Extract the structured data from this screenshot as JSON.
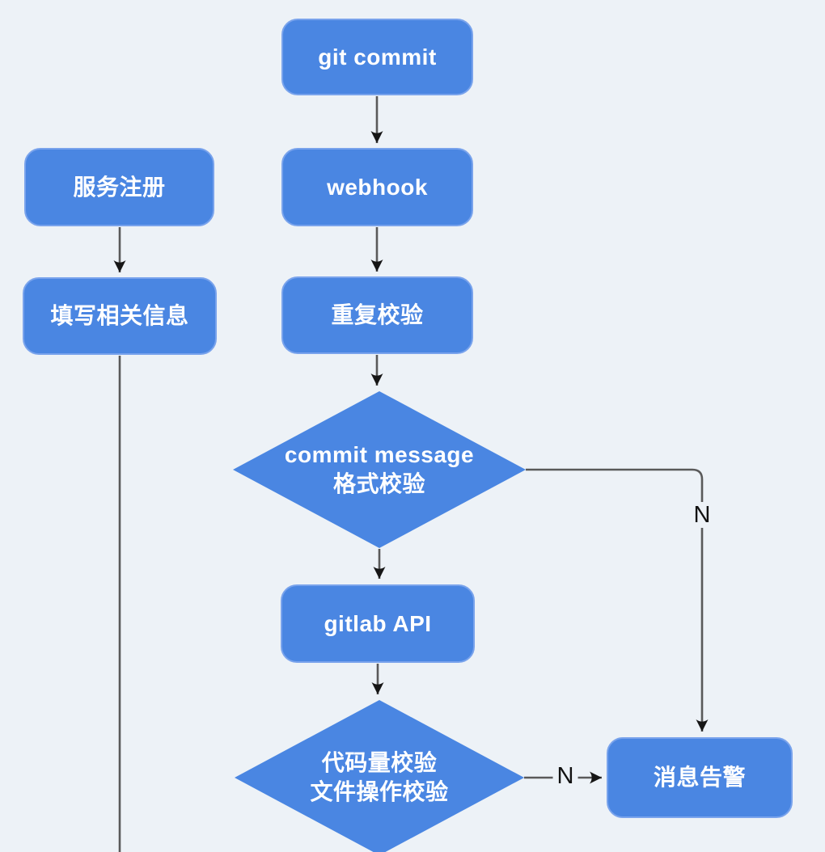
{
  "diagram": {
    "type": "flowchart",
    "nodes": {
      "git_commit": {
        "label": "git commit",
        "shape": "rect"
      },
      "webhook": {
        "label": "webhook",
        "shape": "rect"
      },
      "dup_check": {
        "label": "重复校验",
        "shape": "rect"
      },
      "commit_msg_check": {
        "line1": "commit message",
        "line2": "格式校验",
        "shape": "diamond"
      },
      "gitlab_api": {
        "label": "gitlab API",
        "shape": "rect"
      },
      "code_check": {
        "line1": "代码量校验",
        "line2": "文件操作校验",
        "shape": "diamond"
      },
      "service_reg": {
        "label": "服务注册",
        "shape": "rect"
      },
      "fill_info": {
        "label": "填写相关信息",
        "shape": "rect"
      },
      "msg_alert": {
        "label": "消息告警",
        "shape": "rect"
      }
    },
    "edges": [
      {
        "from": "git_commit",
        "to": "webhook",
        "label": ""
      },
      {
        "from": "webhook",
        "to": "dup_check",
        "label": ""
      },
      {
        "from": "dup_check",
        "to": "commit_msg_check",
        "label": ""
      },
      {
        "from": "commit_msg_check",
        "to": "gitlab_api",
        "label": ""
      },
      {
        "from": "commit_msg_check",
        "to": "msg_alert",
        "label": "N"
      },
      {
        "from": "gitlab_api",
        "to": "code_check",
        "label": ""
      },
      {
        "from": "code_check",
        "to": "msg_alert",
        "label": "N"
      },
      {
        "from": "service_reg",
        "to": "fill_info",
        "label": ""
      },
      {
        "from": "fill_info",
        "to": "offscreen_bottom",
        "label": ""
      }
    ],
    "edge_labels": {
      "commit_msg_no": "N",
      "code_check_no": "N"
    },
    "colors": {
      "page_bg": "#edf2f7",
      "node_fill": "#4a86e2",
      "node_border": "#79a3ec",
      "node_text": "#ffffff",
      "line": "#5a5a5a",
      "arrowhead": "#161616",
      "edge_label_text": "#121212"
    }
  }
}
